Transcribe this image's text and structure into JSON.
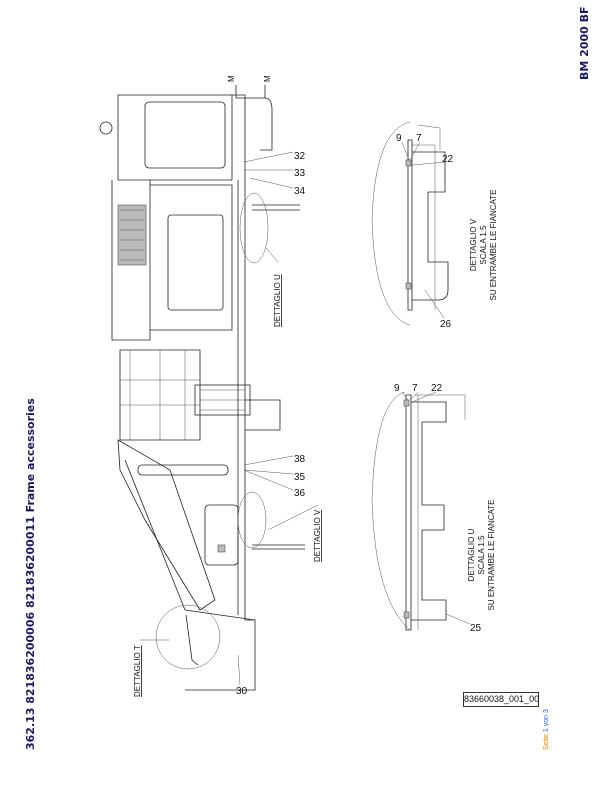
{
  "header": {
    "title": "362.13 821836200006 821836200011 Frame accessories",
    "model": "BM 2000 BF"
  },
  "drawing": {
    "section_marks": [
      "M",
      "M"
    ],
    "callouts_main": [
      "32",
      "33",
      "34",
      "38",
      "35",
      "36",
      "30"
    ],
    "detail_labels": {
      "u": "DETTAGLIO U",
      "v": "DETTAGLIO V",
      "t": "DETTAGLIO T"
    },
    "detail_v": {
      "callouts": [
        "9",
        "7",
        "22",
        "26"
      ],
      "caption": [
        "DETTAGLIO V",
        "SCALA 1:5",
        "SU ENTRAMBE LE FIANCATE"
      ]
    },
    "detail_u": {
      "callouts": [
        "9",
        "7",
        "22",
        "25"
      ],
      "caption": [
        "DETTAGLIO U",
        "SCALA 1:5",
        "SU ENTRAMBE LE FIANCATE"
      ]
    }
  },
  "footer": {
    "drawing_number": "83660038_001_00",
    "page_prefix": "Seite",
    "page_current": "1",
    "page_sep": "von",
    "page_total": "3"
  }
}
